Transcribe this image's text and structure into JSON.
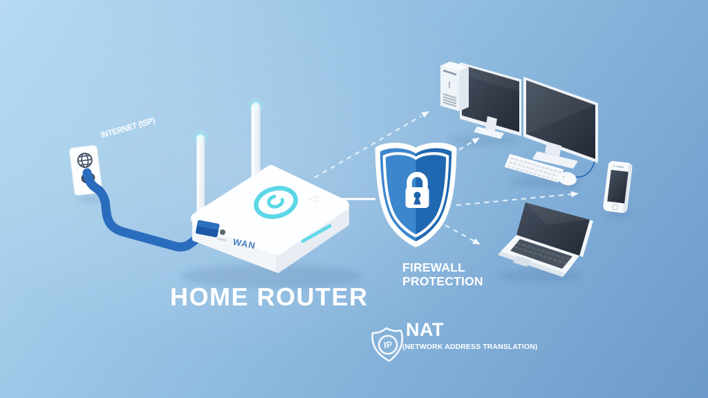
{
  "colors": {
    "bg_start": "#b6dbf3",
    "bg_mid": "#90bce0",
    "bg_end": "#6b9aca",
    "cable": "#2a6cbd",
    "shield_light": "#3b86cd",
    "shield_dark": "#1f67b0",
    "accent_cyan": "#5bd7e7",
    "wan_blue": "#4a7fc1",
    "screen_dark": "#333c4a",
    "text_white": "#ffffff"
  },
  "labels": {
    "internet_isp": "INTERNET (ISP)",
    "wan": "WAN",
    "home_router": "HOME ROUTER",
    "firewall_line1": "FIREWALL",
    "firewall_line2": "PROTECTION",
    "nat": "NAT",
    "nat_subtitle": "(NETWORK ADDRESS TRANSLATION)",
    "nat_icon_text": "IP"
  },
  "diagram": {
    "nodes": [
      {
        "id": "internet-outlet",
        "label": "INTERNET (ISP)",
        "icon": "globe-icon"
      },
      {
        "id": "home-router",
        "label": "HOME ROUTER",
        "port_label": "WAN",
        "icon": "router"
      },
      {
        "id": "firewall",
        "label": "FIREWALL PROTECTION",
        "icon": "shield-lock-icon"
      },
      {
        "id": "nat",
        "label": "NAT (NETWORK ADDRESS TRANSLATION)",
        "icon": "ip-shield-icon"
      },
      {
        "id": "desktop-pc",
        "icon": "desktop-tower-and-monitor"
      },
      {
        "id": "monitor-workstation",
        "icon": "monitor-keyboard-mouse"
      },
      {
        "id": "smartphone",
        "icon": "smartphone"
      },
      {
        "id": "laptop",
        "icon": "laptop"
      }
    ],
    "connections": [
      {
        "from": "internet-outlet",
        "to": "home-router",
        "type": "cable"
      },
      {
        "from": "firewall",
        "to": "home-router",
        "type": "solid-arrow"
      },
      {
        "from": "home-router",
        "to": "desktop-pc",
        "type": "dashed-arrow"
      },
      {
        "from": "firewall",
        "to": "monitor-workstation",
        "type": "dashed-arrow"
      },
      {
        "from": "firewall",
        "to": "smartphone",
        "type": "dashed-arrow"
      },
      {
        "from": "firewall",
        "to": "laptop",
        "type": "dashed-arrow"
      }
    ]
  }
}
